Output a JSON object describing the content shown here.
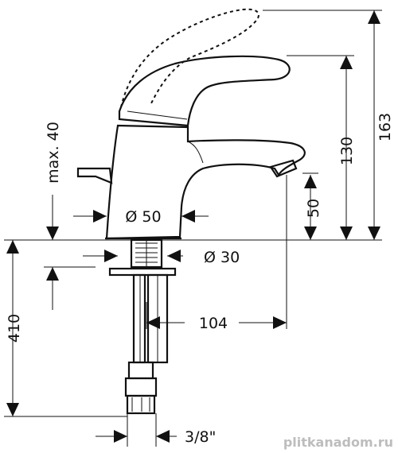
{
  "dimensions": {
    "max_40": "max. 40",
    "dia_50": "Ø 50",
    "dia_30": "Ø 30",
    "h_50": "50",
    "h_130": "130",
    "h_163": "163",
    "h_410": "410",
    "w_104": "104",
    "thread": "3/8\""
  },
  "watermark": "plitkanadom.ru"
}
